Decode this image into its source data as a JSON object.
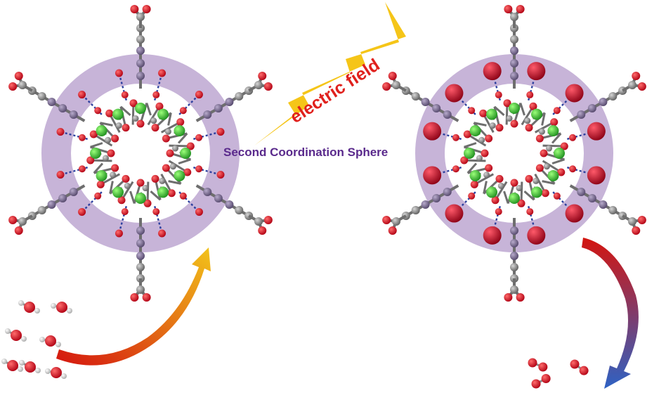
{
  "labels": {
    "bolt_text": "electric field",
    "sphere_text": "Second Coordination Sphere"
  },
  "colors": {
    "ring": "#c7b4d8",
    "label": "#5a2a8c",
    "bolt_fill": "#f5c518",
    "bolt_text": "#e0201c",
    "bond_dash": "#2c3f9e",
    "metal": "#3cc23c",
    "oxygen": "#d4001a",
    "carbon": "#8c8c8c",
    "linker_carbon": "#7a6d90",
    "cation": "#b8001c",
    "hydrogen": "#eeeeee",
    "arrow_left_start": "#d4150f",
    "arrow_left_end": "#f2c31a",
    "arrow_right_start": "#d4150f",
    "arrow_right_end": "#2e62c4"
  },
  "clusters": [
    {
      "name": "left-cluster",
      "has_cations": false
    },
    {
      "name": "right-cluster",
      "has_cations": true
    }
  ],
  "reactants": {
    "name": "water-molecules",
    "count": 7
  },
  "products": {
    "name": "oxygen-molecules",
    "count": 3
  },
  "icons": [
    "lightning-bolt-icon",
    "curved-arrow-icon",
    "water-molecule-icon",
    "oxygen-molecule-icon"
  ]
}
